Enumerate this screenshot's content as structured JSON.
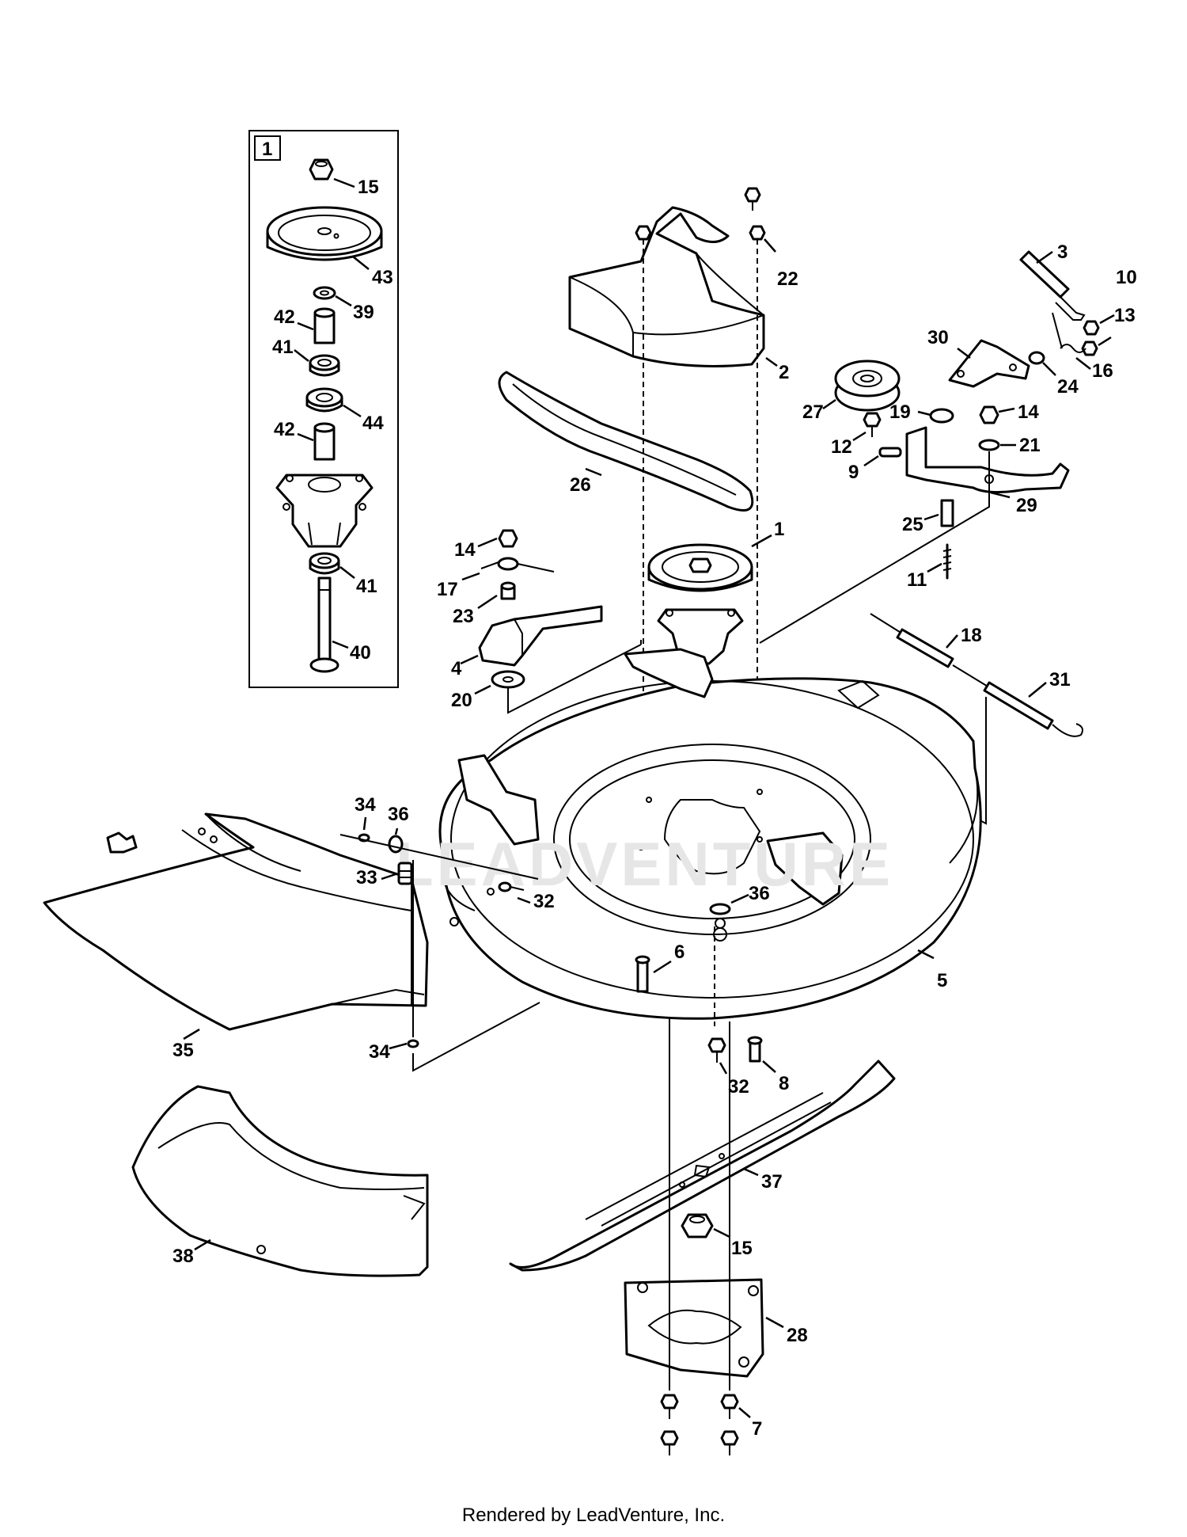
{
  "diagram": {
    "inset_tag": "1",
    "watermark": "LEADVENTURE",
    "footer": "Rendered by LeadVenture, Inc.",
    "callouts": {
      "c15a": "15",
      "c43": "43",
      "c39": "39",
      "c42a": "42",
      "c41a": "41",
      "c44": "44",
      "c42b": "42",
      "c41b": "41",
      "c40": "40",
      "c22": "22",
      "c2": "2",
      "c3": "3",
      "c10": "10",
      "c13": "13",
      "c30": "30",
      "c16": "16",
      "c24": "24",
      "c27": "27",
      "c19": "19",
      "c14a": "14",
      "c12": "12",
      "c21": "21",
      "c9": "9",
      "c29": "29",
      "c26": "26",
      "c25": "25",
      "c1": "1",
      "c11": "11",
      "c14b": "14",
      "c17": "17",
      "c23": "23",
      "c4": "4",
      "c20": "20",
      "c18": "18",
      "c31": "31",
      "c34a": "34",
      "c36a": "36",
      "c33": "33",
      "c32a": "32",
      "c36b": "36",
      "c6": "6",
      "c5": "5",
      "c35": "35",
      "c34b": "34",
      "c32b": "32",
      "c8": "8",
      "c37": "37",
      "c38": "38",
      "c15b": "15",
      "c28": "28",
      "c7": "7"
    }
  }
}
